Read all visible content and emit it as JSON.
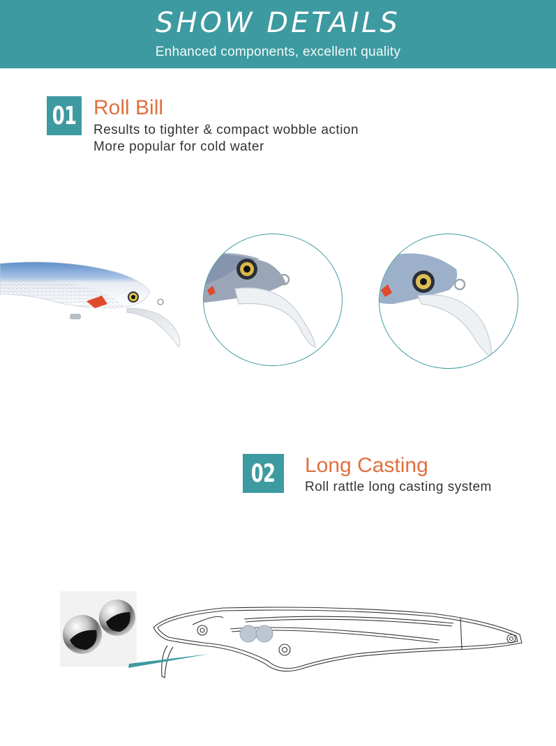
{
  "banner": {
    "title": "SHOW DETAILS",
    "subtitle": "Enhanced components, excellent quality",
    "background_color": "#3d9aa0"
  },
  "sections": [
    {
      "number": "01",
      "title": "Roll Bill",
      "lines": [
        "Results to tighter & compact wobble action",
        "More popular for cold water"
      ],
      "images": [
        "lure-head-side-view",
        "bill-closeup-circle-1",
        "bill-closeup-circle-2"
      ]
    },
    {
      "number": "02",
      "title": "Long Casting",
      "lines": [
        "Roll rattle long casting system"
      ],
      "images": [
        "steel-rattle-balls",
        "lure-internal-diagram"
      ]
    }
  ],
  "colors": {
    "accent": "#3d9aa0",
    "title_orange": "#e0703f",
    "text": "#333333"
  }
}
